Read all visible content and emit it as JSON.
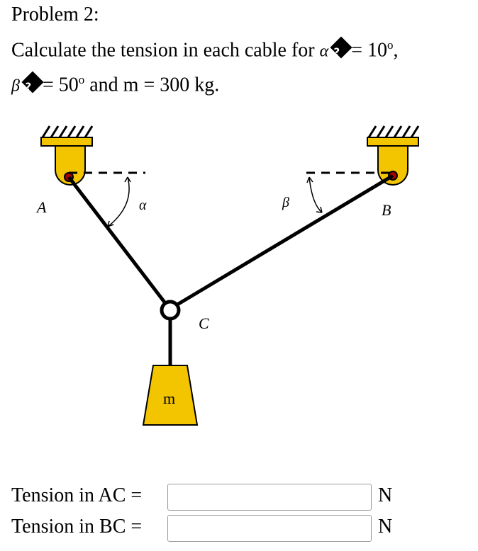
{
  "problem": {
    "heading": "Problem 2:",
    "line2_text": "Calculate the tension in each cable for",
    "alpha_symbol": "α",
    "alpha_value": "= 10",
    "beta_symbol": "β",
    "beta_value": "= 50",
    "degree": "o",
    "comma": ",",
    "and_mass": "and m = 300 kg.",
    "unknown_glyph": "?"
  },
  "diagram": {
    "label_A": "A",
    "label_B": "B",
    "label_C": "C",
    "label_alpha": "α",
    "label_beta": "β",
    "label_mass": "m",
    "colors": {
      "support": "#f2c500",
      "cable": "#000000",
      "mass": "#f2c500"
    }
  },
  "answers": [
    {
      "label": "Tension in AC =",
      "value": "",
      "unit": "N"
    },
    {
      "label": "Tension in BC =",
      "value": "",
      "unit": "N"
    }
  ]
}
